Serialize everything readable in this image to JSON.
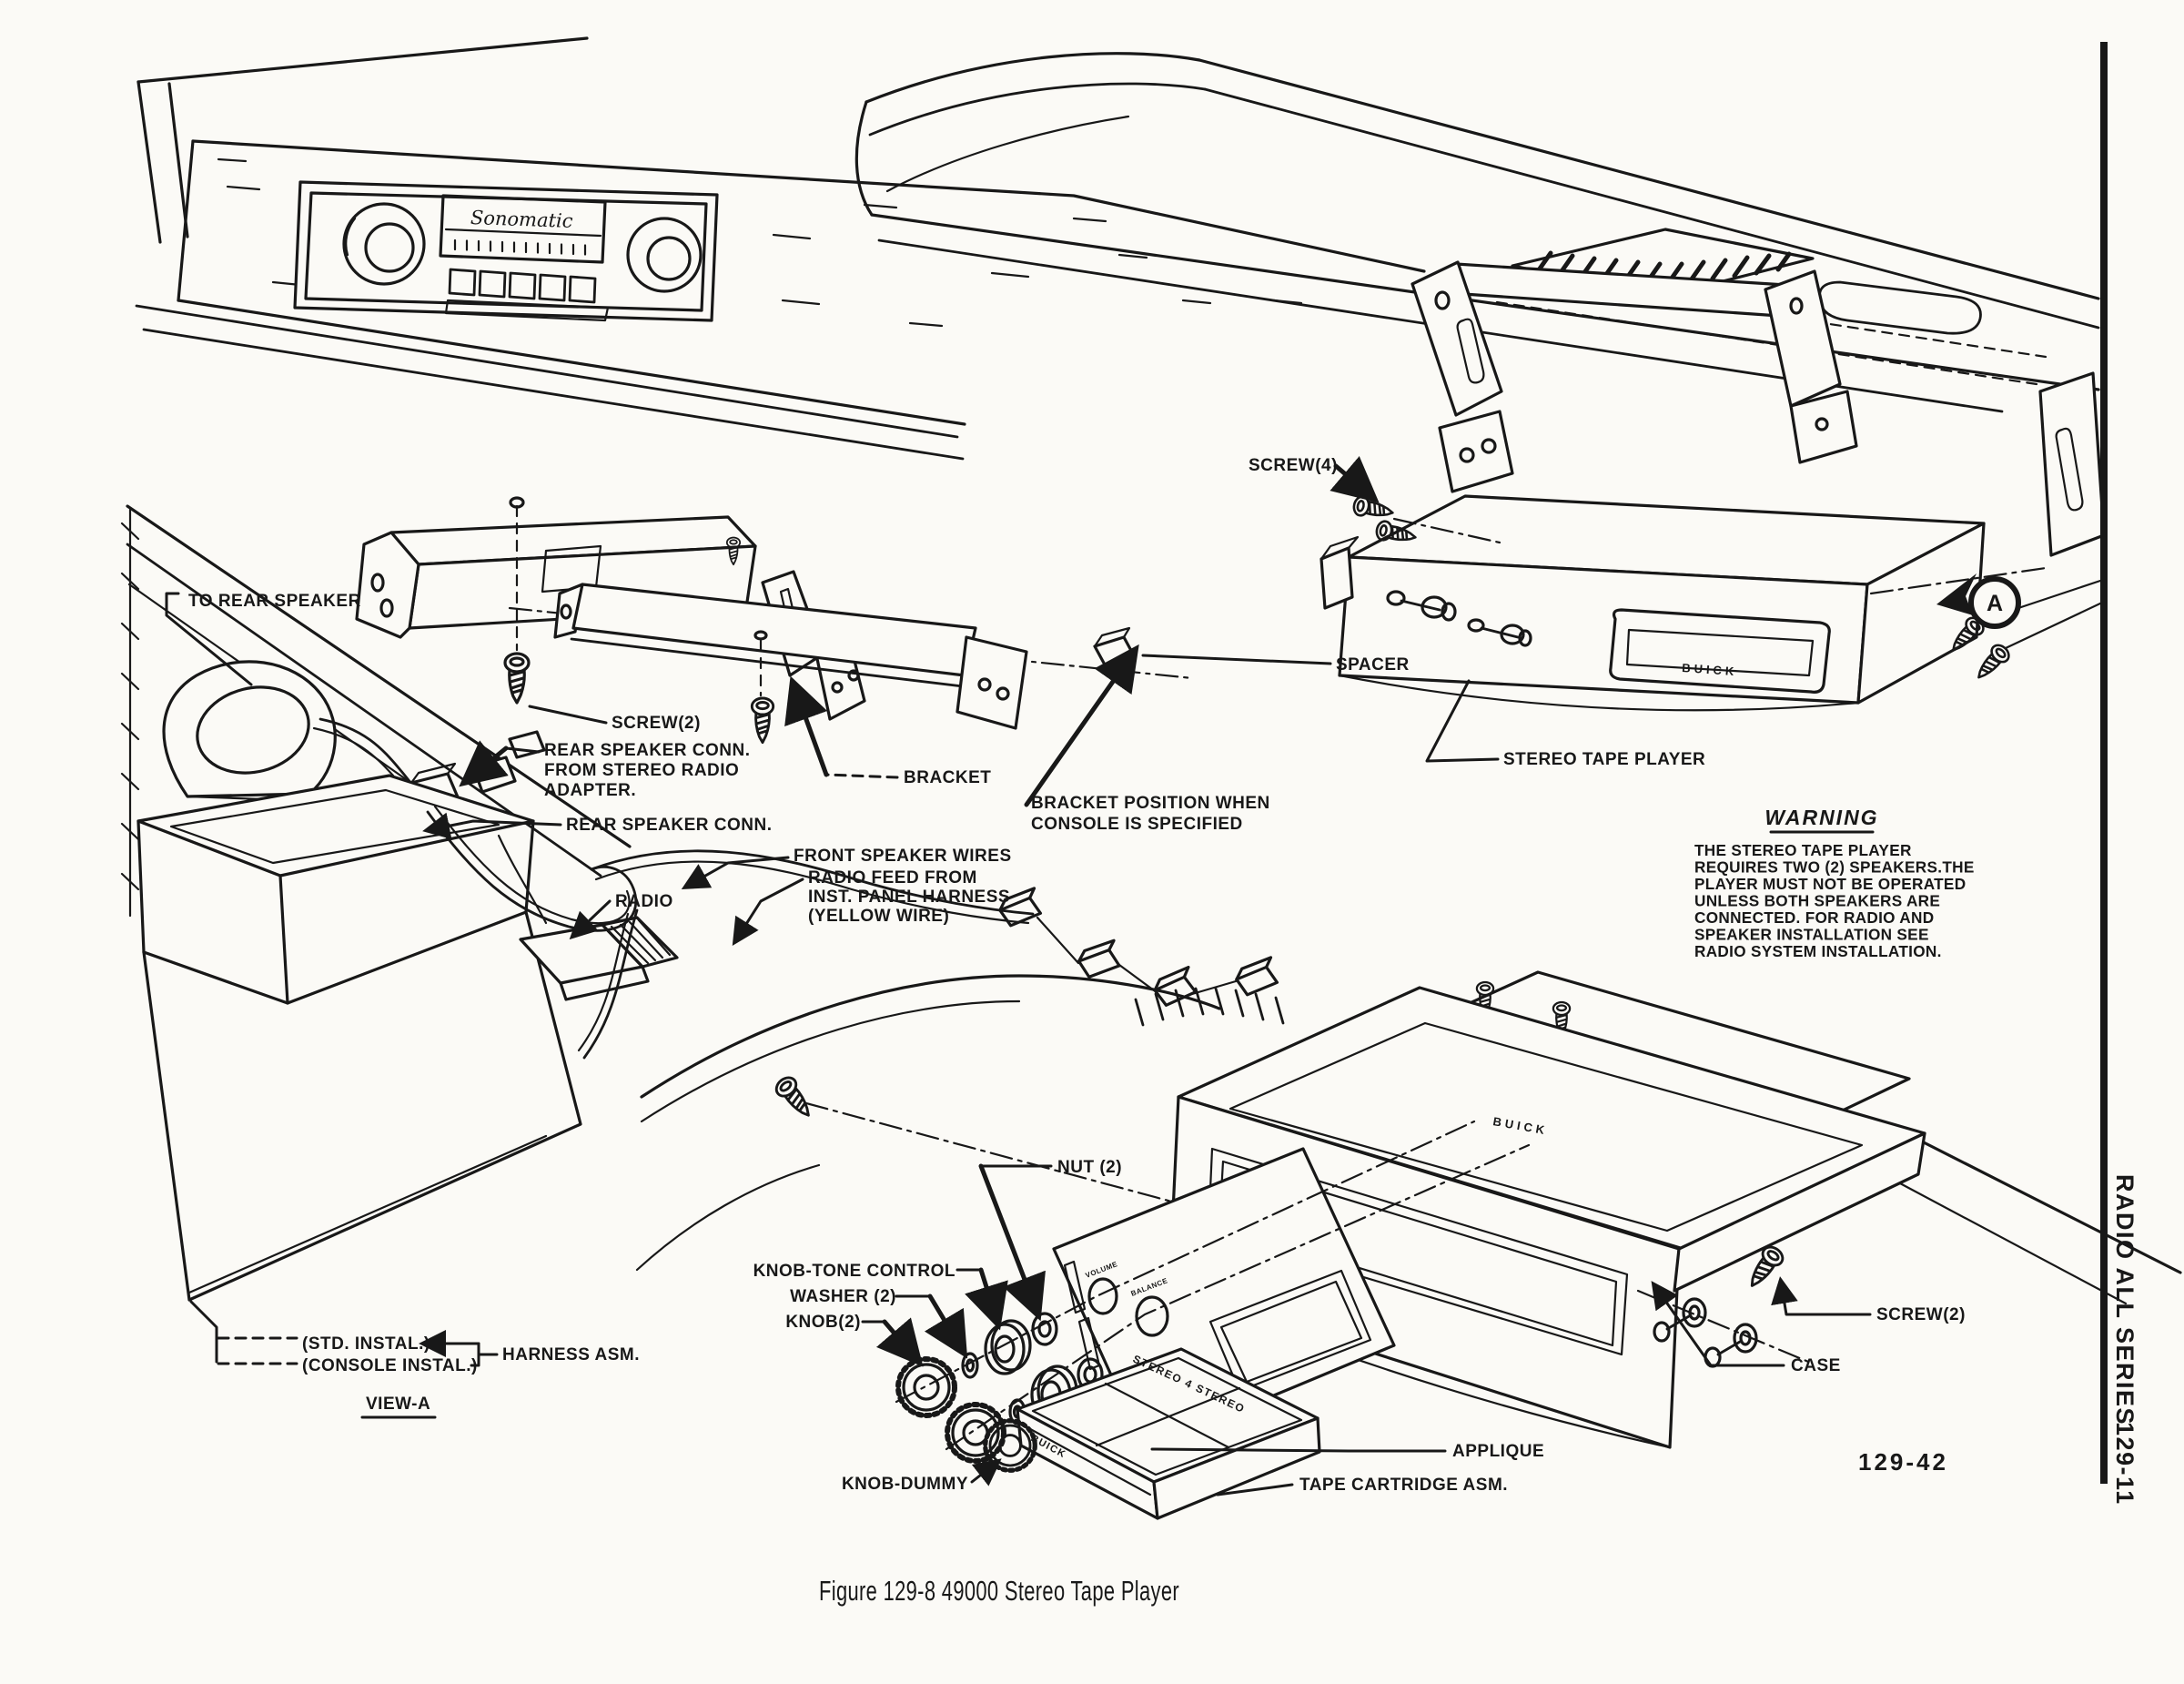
{
  "page": {
    "caption": "Figure 129-8 49000 Stereo Tape Player",
    "page_code": "129-42",
    "sidebar": {
      "title": "RADIO ALL SERIES",
      "page_number": "129-11"
    }
  },
  "warning": {
    "title": "WARNING",
    "lines": [
      "THE STEREO TAPE PLAYER",
      "REQUIRES TWO (2) SPEAKERS.THE",
      "PLAYER MUST NOT BE OPERATED",
      "UNLESS BOTH SPEAKERS ARE",
      "CONNECTED. FOR RADIO AND",
      "SPEAKER INSTALLATION SEE",
      "RADIO SYSTEM INSTALLATION."
    ]
  },
  "labels": {
    "to_rear_speaker": "TO REAR SPEAKER",
    "screw2_left": "SCREW(2)",
    "rear_conn_adapter": {
      "lines": [
        "REAR SPEAKER CONN.",
        "FROM STEREO RADIO",
        "ADAPTER."
      ]
    },
    "rear_speaker_conn": "REAR SPEAKER CONN.",
    "radio": "RADIO",
    "front_speaker_wires": "FRONT SPEAKER WIRES",
    "radio_feed": {
      "lines": [
        "RADIO FEED FROM",
        "INST. PANEL HARNESS",
        "(YELLOW WIRE)"
      ]
    },
    "bracket": "BRACKET",
    "bracket_position": {
      "lines": [
        "BRACKET POSITION WHEN",
        "CONSOLE IS SPECIFIED"
      ]
    },
    "screw4": "SCREW(4)",
    "spacer": "SPACER",
    "stereo_tape_player": "STEREO TAPE PLAYER",
    "nut2": "NUT (2)",
    "knob_tone_control": "KNOB-TONE CONTROL",
    "washer2": "WASHER (2)",
    "knob2": "KNOB(2)",
    "knob_dummy": "KNOB-DUMMY",
    "tape_cartridge_asm": "TAPE CARTRIDGE ASM.",
    "applique": "APPLIQUE",
    "case": "CASE",
    "screw2_right": "SCREW(2)",
    "std_instal": "(STD. INSTAL.)",
    "console_instal": "(CONSOLE INSTAL.)",
    "harness_asm": "HARNESS ASM.",
    "view_a": "VIEW-A"
  },
  "engravings": {
    "radio_brand": "Sonomatic",
    "player_slot_brand": "BUICK",
    "inner_player_slot_brand": "BUICK",
    "cartridge_top": "STEREO 4 STEREO",
    "cartridge_front_brand": "BUICK",
    "applique_volume": "VOLUME",
    "applique_balance": "BALANCE",
    "view_arrow_letter": "A"
  }
}
